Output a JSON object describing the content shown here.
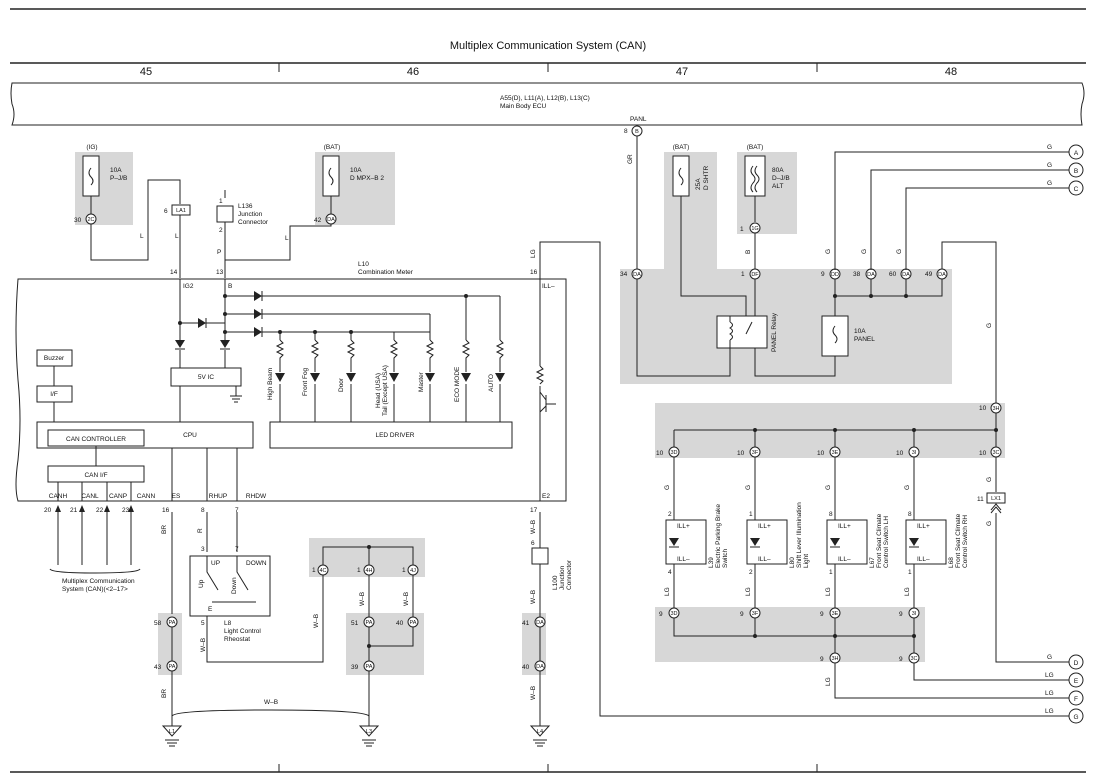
{
  "title": "Multiplex Communication System (CAN)",
  "columns": [
    "45",
    "46",
    "47",
    "48"
  ],
  "ecu": {
    "line1": "A55(D), L11(A), L12(B), L13(C)",
    "line2": "Main Body ECU"
  },
  "panl": {
    "label": "PANL",
    "pin": "8",
    "conn": "B"
  },
  "fuses": {
    "ig": {
      "src": "(IG)",
      "amp": "10A",
      "name": "P–J/B",
      "pin": "30",
      "conn": "2C"
    },
    "bat1": {
      "src": "(BAT)",
      "amp": "10A",
      "name": "D MPX–B 2",
      "pin": "42",
      "conn": "DA"
    },
    "bat2": {
      "src": "(BAT)",
      "amp": "25A",
      "name": "D SHTR",
      "pin": "34",
      "conn": "DA"
    },
    "bat3": {
      "src": "(BAT)",
      "amp": "80A",
      "name": "D–J/B",
      "name2": "ALT",
      "pin": "1",
      "conn": "1G"
    },
    "panel": {
      "amp": "10A",
      "name": "PANEL"
    }
  },
  "la1": {
    "pin": "6",
    "conn": "LA1"
  },
  "l136": {
    "code": "L136",
    "name": "Junction",
    "name2": "Connector",
    "p1": "1",
    "p2": "2"
  },
  "meter": {
    "code": "L10",
    "name": "Combination Meter",
    "p14": "14",
    "p13": "13",
    "p16": "16",
    "ig2": "IG2",
    "b": "B",
    "ill": "ILL–",
    "buzzer": "Buzzer",
    "if": "I/F",
    "can_controller": "CAN CONTROLLER",
    "cpu": "CPU",
    "can_if": "CAN I/F",
    "led_driver": "LED DRIVER",
    "ic": "5V IC",
    "leds": [
      "High Beam",
      "Front Fog",
      "Door",
      "Head (USA)",
      "Tail (Except USA)",
      "Master",
      "ECO MODE",
      "AUTO"
    ],
    "pins_bottom": [
      "CANH",
      "CANL",
      "CANP",
      "CANN",
      "ES",
      "RHUP",
      "RHDW",
      "E2"
    ],
    "pin_nums": [
      "20",
      "21",
      "22",
      "23",
      "16",
      "8",
      "7",
      "17"
    ]
  },
  "wires": {
    "l": "L",
    "p": "P",
    "lg": "LG",
    "gr": "GR",
    "b": "B",
    "g": "G",
    "br": "BR",
    "r": "R",
    "wb": "W–B"
  },
  "relay": {
    "name": "PANEL Relay",
    "pins": [
      "1",
      "9",
      "38",
      "60",
      "49"
    ],
    "conns": [
      "DF",
      "DD",
      "DA",
      "DA",
      "DA"
    ]
  },
  "abc": [
    "A",
    "B",
    "C"
  ],
  "defg": [
    "D",
    "E",
    "F",
    "G"
  ],
  "rheostat": {
    "code": "L8",
    "name": "Light Control",
    "name2": "Rheostat",
    "up": "Up",
    "down": "Down",
    "upc": "UP",
    "downc": "DOWN",
    "e": "E",
    "p3": "3",
    "p7": "7",
    "p5": "5"
  },
  "l100": {
    "code": "L100",
    "name": "Junction",
    "name2": "Connector",
    "p6": "6"
  },
  "junc_mid": {
    "pins": [
      "1",
      "1",
      "1"
    ],
    "conns": [
      "4C",
      "4H",
      "4J"
    ]
  },
  "pa": {
    "p58": "58",
    "p43": "43",
    "p51": "51",
    "p40": "40",
    "p39": "39",
    "conn": "PA"
  },
  "da": {
    "p41": "41",
    "p40": "40",
    "conn": "DA"
  },
  "grounds": [
    "L1",
    "L3",
    "L4"
  ],
  "switches": [
    {
      "code": "L39",
      "name": "Electric Parking Brake",
      "name2": "Switch",
      "top": "2",
      "bot": "4",
      "pin": "10",
      "conn": "3D",
      "bpin": "9",
      "bconn": "3D"
    },
    {
      "code": "L80",
      "name": "Shift Lever Illumination",
      "name2": "Light",
      "top": "1",
      "bot": "2",
      "pin": "10",
      "conn": "3F",
      "bpin": "9",
      "bconn": "3F"
    },
    {
      "code": "L67",
      "name": "Front Seat Climate",
      "name2": "Control Switch LH",
      "top": "8",
      "bot": "1",
      "pin": "10",
      "conn": "3E",
      "bpin": "9",
      "bconn": "3E"
    },
    {
      "code": "L68",
      "name": "Front Seat Climate",
      "name2": "Control Switch RH",
      "top": "8",
      "bot": "1",
      "pin": "10",
      "conn": "3I",
      "bpin": "9",
      "bconn": "3I"
    }
  ],
  "ill": {
    "plus": "ILL+",
    "minus": "ILL–"
  },
  "j3h": {
    "pin": "10",
    "conn": "3H"
  },
  "j3c": {
    "pin": "10",
    "conn": "3C"
  },
  "lx1": {
    "pin": "11",
    "conn": "LX1"
  },
  "bot_j": {
    "p1": "9",
    "c1": "3H",
    "p2": "9",
    "c2": "3C"
  },
  "mpx_note": {
    "line1": "Multiplex Communication",
    "line2": "System (CAN)(<2–17>"
  }
}
